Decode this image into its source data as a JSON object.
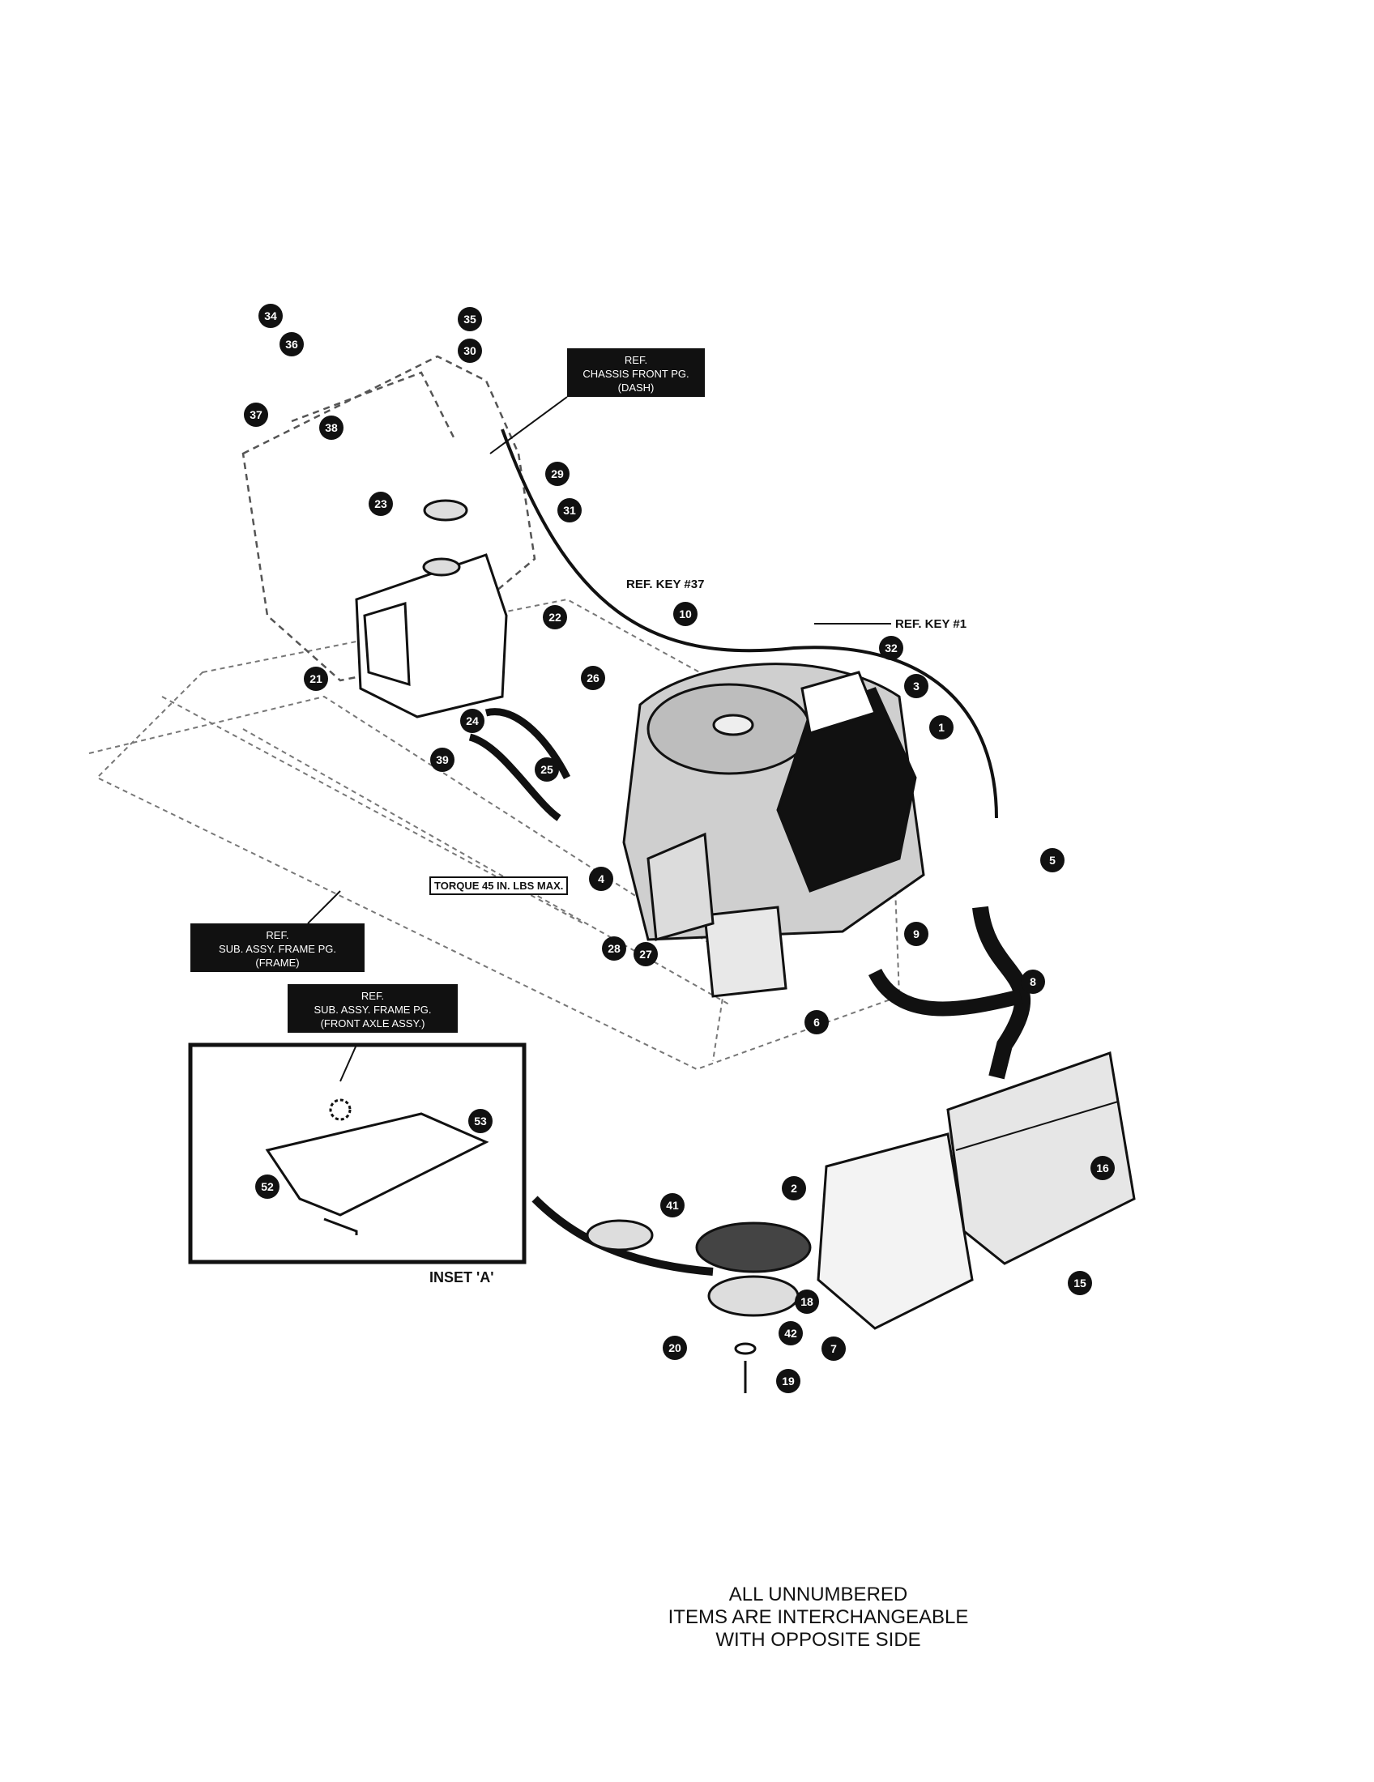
{
  "ref_labels": {
    "chassis_front": [
      "REF.",
      "CHASSIS FRONT PG.",
      "(DASH)"
    ],
    "frame": [
      "REF.",
      "SUB. ASSY. FRAME PG.",
      "(FRAME)"
    ],
    "front_axle": [
      "REF.",
      "SUB. ASSY. FRAME PG.",
      "(FRONT AXLE ASSY.)"
    ],
    "ref_key_37": "REF. KEY #37",
    "ref_key_1": "REF. KEY #1",
    "torque": "TORQUE 45 IN. LBS MAX.",
    "inset": "INSET 'A'"
  },
  "callouts": [
    "34",
    "35",
    "36",
    "30",
    "37",
    "38",
    "29",
    "31",
    "23",
    "22",
    "21",
    "26",
    "24",
    "39",
    "25",
    "10",
    "32",
    "3",
    "1",
    "5",
    "4",
    "9",
    "8",
    "28",
    "27",
    "6",
    "2",
    "41",
    "18",
    "42",
    "20",
    "19",
    "7",
    "16",
    "15",
    "53",
    "52"
  ],
  "footer_note": [
    "ALL UNNUMBERED",
    "ITEMS ARE INTERCHANGEABLE",
    "WITH OPPOSITE SIDE"
  ]
}
